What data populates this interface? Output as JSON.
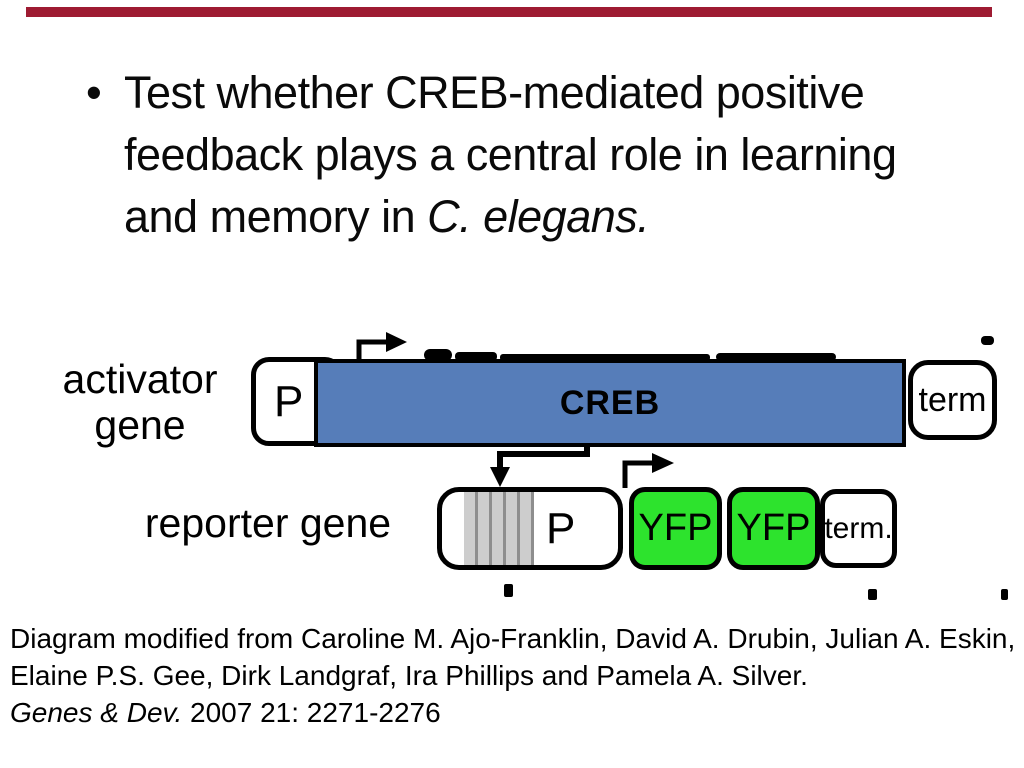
{
  "accent_bar": {
    "color": "#9e1b32"
  },
  "bullet": {
    "marker": "•",
    "line1": "Test whether CREB-mediated positive",
    "line2": "feedback plays a central role in learning",
    "line3_regular": "and memory in ",
    "line3_italic": "C. elegans."
  },
  "diagram": {
    "activator_label_line1": "activator",
    "activator_label_line2": "gene",
    "reporter_label": "reporter gene",
    "activator_promoter": "P",
    "creb_label": "CREB",
    "creb_fill": "#567db9",
    "activator_terminator": "term",
    "reporter_promoter": "P",
    "yfp1_label": "YFP",
    "yfp2_label": "YFP",
    "yfp_fill": "#2de32d",
    "reporter_terminator": "term."
  },
  "citation": {
    "line1": "Diagram modified from Caroline M. Ajo-Franklin, David A. Drubin, Julian A. Eskin,",
    "line2": "Elaine P.S. Gee, Dirk Landgraf, Ira Phillips and Pamela A. Silver.",
    "line3_italic": "Genes & Dev.",
    "line3_regular": " 2007 21: 2271-2276"
  }
}
